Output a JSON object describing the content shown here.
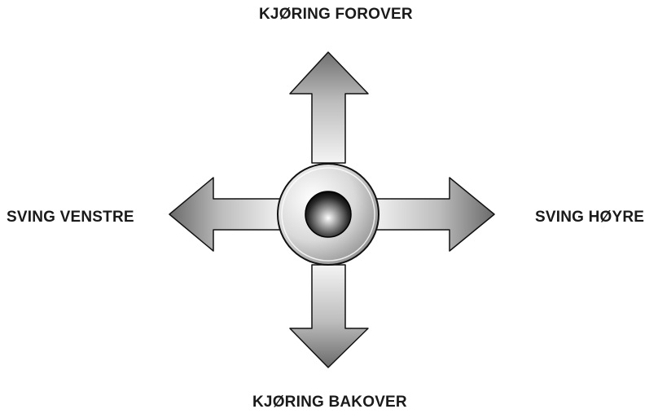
{
  "labels": {
    "forward": "KJØRING FOROVER",
    "backward": "KJØRING BAKOVER",
    "left": "SVING VENSTRE",
    "right": "SVING HØYRE"
  },
  "colors": {
    "arrow_light": "#f2f2f2",
    "arrow_dark": "#6a6a6a",
    "outline": "#111111",
    "text": "#1a1a1a"
  },
  "icons": {
    "center": "joystick-knob-icon",
    "up": "arrow-up-icon",
    "down": "arrow-down-icon",
    "left": "arrow-left-icon",
    "right": "arrow-right-icon"
  }
}
